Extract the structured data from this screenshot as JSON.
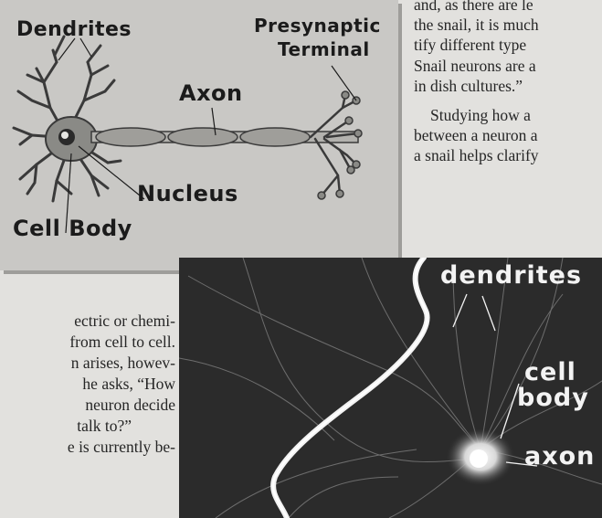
{
  "diagram": {
    "labels": {
      "dendrites": "Dendrites",
      "presynaptic_line1": "Presynaptic",
      "presynaptic_line2": "Terminal",
      "axon": "Axon",
      "nucleus": "Nucleus",
      "cell_body": "Cell Body"
    }
  },
  "right_column": {
    "lines": [
      "and, as there are le",
      "the snail, it is much",
      "tify different type",
      "Snail neurons are a",
      "in dish cultures.”"
    ],
    "para2_lines": [
      "Studying how a",
      "between a neuron a",
      "a snail helps clarify"
    ]
  },
  "left_column": {
    "lines": [
      "ectric or chemi-",
      "from cell to cell.",
      "n arises, howev-",
      "he asks, “How",
      "neuron decide",
      "talk to?”",
      "e is currently be-"
    ]
  },
  "photo": {
    "labels": {
      "dendrites": "dendrites",
      "cell_line1": "cell",
      "cell_line2": "body",
      "axon": "axon"
    }
  }
}
